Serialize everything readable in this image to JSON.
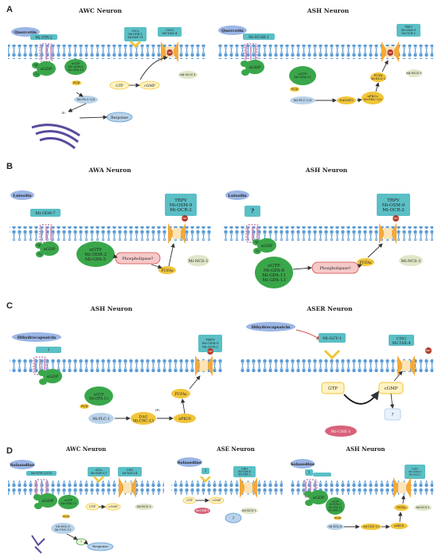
{
  "panels": {
    "A": {
      "letter": "A",
      "left": {
        "title": "AWC Neuron",
        "ligand": "Quercetin",
        "receptor": "Mi-STR-2",
        "gc": "rGCs\nMi-ODR-1\nMi-DAF-11",
        "cng": "CNG\nMi-TAX-4",
        "galpha": "αGDP",
        "gtpbox": "αGTP\nMi-ODR-3\nMi-GPA-13",
        "gtp": "GTP",
        "cgmp": "cGMP",
        "plcb": "PLCβ",
        "plc": "Mi-PLC-2/3",
        "ip3": "IP₃",
        "response": "Response",
        "ncs": "Mi-NCS-1",
        "gb": "Gβ",
        "gg": "Gγ",
        "ca": "Ca²⁺"
      },
      "right": {
        "title": "ASH Neuron",
        "ligand": "Quercetin",
        "receptor": "Mi-DCAR-1",
        "trpv": "TRPV\nMi-OSM-9\nMi-OCR-2",
        "galpha": "αGDP",
        "gtpbox": "αGTP\nMi-GPA-11",
        "plcb": "PLCβ",
        "plc": "Mi-PLC-2/3",
        "dag": "DAG/IP3",
        "pkc": "nPKCε\nMi-PKC-2/3",
        "pufa": "PUFA\nMi-ELO-1",
        "ncs": "Mi-NCS-1",
        "ca": "Ca²⁺"
      }
    },
    "B": {
      "letter": "B",
      "left": {
        "title": "AWA Neuron",
        "ligand": "Luteolin",
        "receptor": "Mi-ODR-7",
        "trpv": "TRPV\nMi-OSM-9\nMi-OCR-2",
        "galpha": "αGDP",
        "gtpbox": "αGTP\nMi-ODR-3\nMi-GPA-5",
        "phospho": "Phospholipase?",
        "pufa": "PUFAs",
        "ncs": "Mi-NCS-1",
        "gb": "Gβ",
        "gg": "Gγ",
        "ca": "Ca²⁺"
      },
      "right": {
        "title": "ASH Neuron",
        "ligand": "Luteolin",
        "receptor": "?",
        "trpv": "TRPV\nMi-OSM-9\nMi-OCR-2",
        "galpha": "αGDP",
        "gtpbox": "αGTP\nMi-GPA-6\nMi-GPA-11\nMi-GPA-13",
        "phospho": "Phospholipase?",
        "pufa": "PUFAs",
        "ncs": "Mi-NCS-1",
        "gb": "Gβ",
        "gg": "Gγ",
        "ca": "Ca²⁺"
      }
    },
    "C": {
      "letter": "C",
      "left": {
        "title": "ASH Neuron",
        "ligand": "Dihydrocapsaicin",
        "receptor": "?",
        "trpv": "TRPV\nMi-OSM-9\nMi-OCR-2",
        "galpha": "αGDP",
        "gtpbox": "αGTP\nMi-GPA-12",
        "plcb": "PLCβ",
        "plc": "Mi-PLC-1",
        "dag": "DAG\nMi-UNC-13",
        "ip3": "IP₃",
        "pkc": "nPKCδ",
        "pufa": "PUFAs",
        "ca": "Ca²⁺"
      },
      "right": {
        "title": "ASER Neuron",
        "ligand": "Dihydrocapsaicin",
        "receptor": "Mi-GCY-1",
        "cng": "CNG\nMi-TAX-4",
        "gtp": "GTP",
        "cgmp": "cGMP",
        "che": "Mi-CHE-1",
        "q": "?",
        "na": "Na⁺"
      }
    },
    "D": {
      "letter": "D",
      "left": {
        "title": "AWC Neuron",
        "ligand": "Solasodine",
        "receptor": "Mi-STR-2/155",
        "gc": "rGCs\nMi-ODR-1/7",
        "cng": "CNG\nMi-TAX-2/4",
        "galpha": "αGDP",
        "gtpbox": "αGTP\nMi-GPA-13",
        "gtp": "GTP",
        "cgmp": "cGMP",
        "ncs": "Mi-NCS-1",
        "plcb": "PLCβ",
        "egl": "Mi-EGL-8\nMi-UNC-13",
        "q": "?",
        "response": "Response"
      },
      "mid": {
        "title": "ASE Neuron",
        "ligand": "Solasodine",
        "receptor": "?",
        "cng": "CNG\nMi-TAX-4\nMi-TAX-2",
        "gtp": "GTP",
        "cgmp": "cGMP",
        "che": "Mi-CHE-1",
        "ncs": "Mi-NCS-1",
        "q": "?"
      },
      "right": {
        "title": "ASH Neuron",
        "ligand": "Solasodine",
        "receptor": "?",
        "trpv": "TRPV\nMi-OSM-9\nMi-OCR-2",
        "galpha": "αGDP",
        "gtpbox": "αGTP\nMi-GPA-1\nMi-GPA-11\nMi-GPA-13",
        "plcb": "PLCβ",
        "egl": "Mi-EGL-8",
        "unc": "Mi-UNC-13",
        "pkc": "nPKCδ",
        "pufa": "PUFAs",
        "ncs": "Mi-NCS-1"
      }
    }
  },
  "colors": {
    "membrane": "#5b9bd5",
    "receptor": "#c58ab8",
    "gprotein": "#3aa64a",
    "gtpbox": "#3aa64a",
    "channel": "#f4a93a",
    "teal": "#5bbfc6",
    "yellowBox": "#f1c53a",
    "pinkBox": "#f6c9c9",
    "blueBox": "#b9d3ea",
    "ligand": "#9bb6e6",
    "che": "#d8627a",
    "ncs": "#dfe7c8"
  }
}
